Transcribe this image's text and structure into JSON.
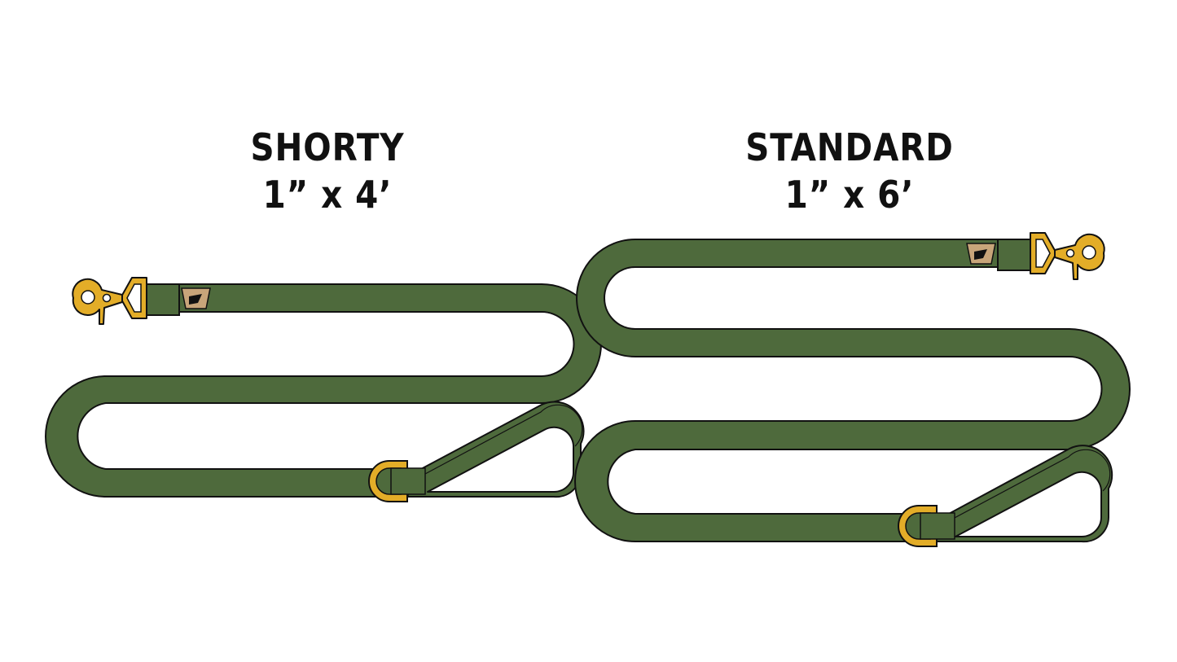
{
  "products": [
    {
      "name": "SHORTY",
      "size": "1” x 4’"
    },
    {
      "name": "STANDARD",
      "size": "1” x 6’"
    }
  ],
  "colors": {
    "webbing": "#4e6a3c",
    "outline": "#111111",
    "hardware": "#e3ad28",
    "patch": "#c8a57a",
    "background": "#ffffff"
  },
  "icons": [
    "snap-hook-icon",
    "d-ring-icon",
    "brand-patch-icon"
  ]
}
